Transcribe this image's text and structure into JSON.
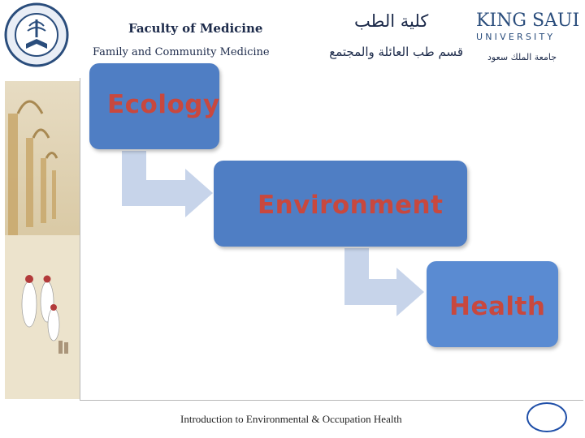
{
  "header": {
    "faculty_en": "Faculty of Medicine",
    "department_en": "Family and Community Medicine",
    "faculty_ar": "كلية الطب",
    "department_ar": "قسم طب العائلة والمجتمع",
    "university_ar": "جامعة الملك سعود",
    "university_logo_line1": "KING SAUD",
    "university_logo_line2": "UNIVERSITY"
  },
  "flow": {
    "steps": [
      "Ecology",
      "Environment",
      "Health"
    ]
  },
  "footer": {
    "text": "Introduction to Environmental & Occupation Health"
  },
  "colors": {
    "box_fill": "#4f7ec4",
    "label_text": "#c8483e",
    "arrow_fill": "#c7d4ea",
    "oval_stroke": "#1f4fa8"
  }
}
